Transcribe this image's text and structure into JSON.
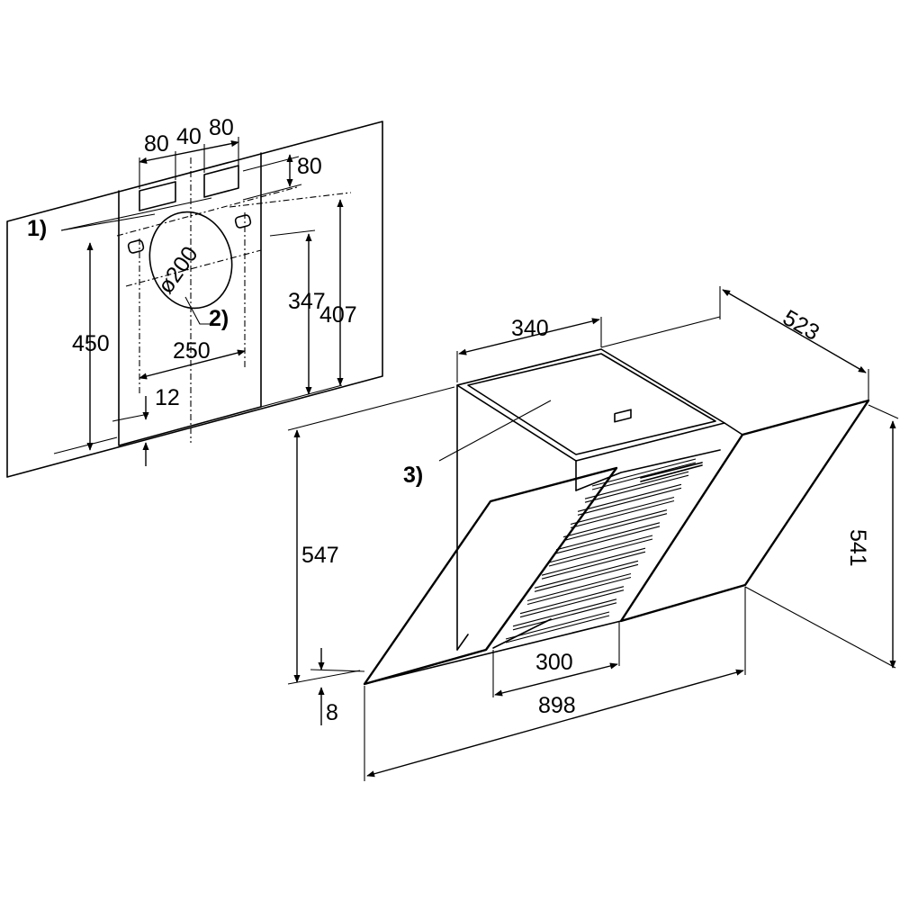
{
  "callouts": {
    "c1": "1)",
    "c2": "2)",
    "c3": "3)"
  },
  "wall": {
    "d80a": "80",
    "d40": "40",
    "d80b": "80",
    "d80v": "80",
    "dia": "ø200",
    "d450": "450",
    "d347": "347",
    "d407": "407",
    "d250": "250",
    "d12": "12"
  },
  "hood": {
    "d340": "340",
    "d523": "523",
    "d547": "547",
    "d541": "541",
    "d300": "300",
    "d898": "898",
    "d8": "8"
  }
}
